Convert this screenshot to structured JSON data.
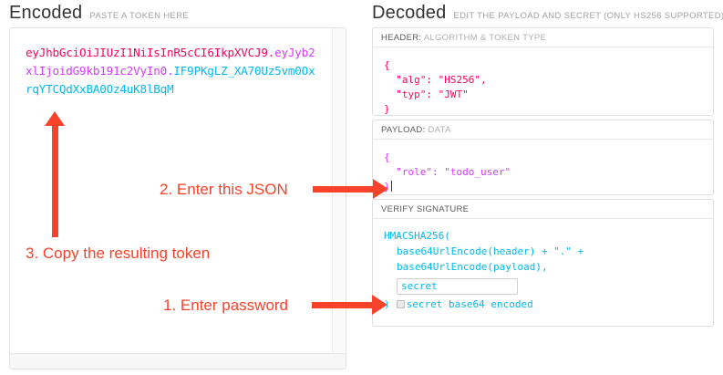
{
  "encoded": {
    "heading": "Encoded",
    "subheading": "PASTE A TOKEN HERE",
    "token": {
      "header": "eyJhbGciOiJIUzI1NiIsInR5cCI6IkpXVCJ9",
      "dot1": ".",
      "payload": "eyJyb2xlIjoidG9kb191c2VyIn0",
      "dot2": ".",
      "signature": "IF9PKgLZ_XA70Uz5vm0OxrqYTCQdXxBA0Oz4uK8lBqM",
      "full": "eyJhbGciOiJIUzI1NiIsInR5cCI6IkpXVCJ9.eyJyb2xlIjoidG9kb191c2VyIn0.IF9PKgLZ_XA70Uz5vm0OxrqYTCQdXxBA0Oz4uK8lBqM"
    },
    "colors": {
      "header": "#fb015b",
      "payload": "#d63aff",
      "signature": "#00b9f1"
    }
  },
  "decoded": {
    "heading": "Decoded",
    "subheading": "EDIT THE PAYLOAD AND SECRET (ONLY HS256 SUPPORTED)",
    "sections": {
      "header": {
        "title_bold": "HEADER:",
        "title_rest": " ALGORITHM & TOKEN TYPE",
        "code": "{\n  \"alg\": \"HS256\",\n  \"typ\": \"JWT\"\n}"
      },
      "payload": {
        "title_bold": "PAYLOAD:",
        "title_rest": " DATA",
        "code": "{\n  \"role\": \"todo_user\"\n}"
      },
      "verify": {
        "title_bold": "VERIFY SIGNATURE",
        "title_rest": "",
        "line1": "HMACSHA256(",
        "line2": "base64UrlEncode(header) + \".\" +",
        "line3": "base64UrlEncode(payload),",
        "secret_value": "secret",
        "secret_placeholder": "secret",
        "closing_paren": ")",
        "base64_label": "secret base64 encoded",
        "base64_checked": false
      }
    }
  },
  "annotations": [
    {
      "id": "anno-1",
      "text": "1. Enter password"
    },
    {
      "id": "anno-2",
      "text": "2. Enter this JSON"
    },
    {
      "id": "anno-3",
      "text": "3. Copy the resulting token"
    }
  ],
  "annotation_color": "#f8422a"
}
